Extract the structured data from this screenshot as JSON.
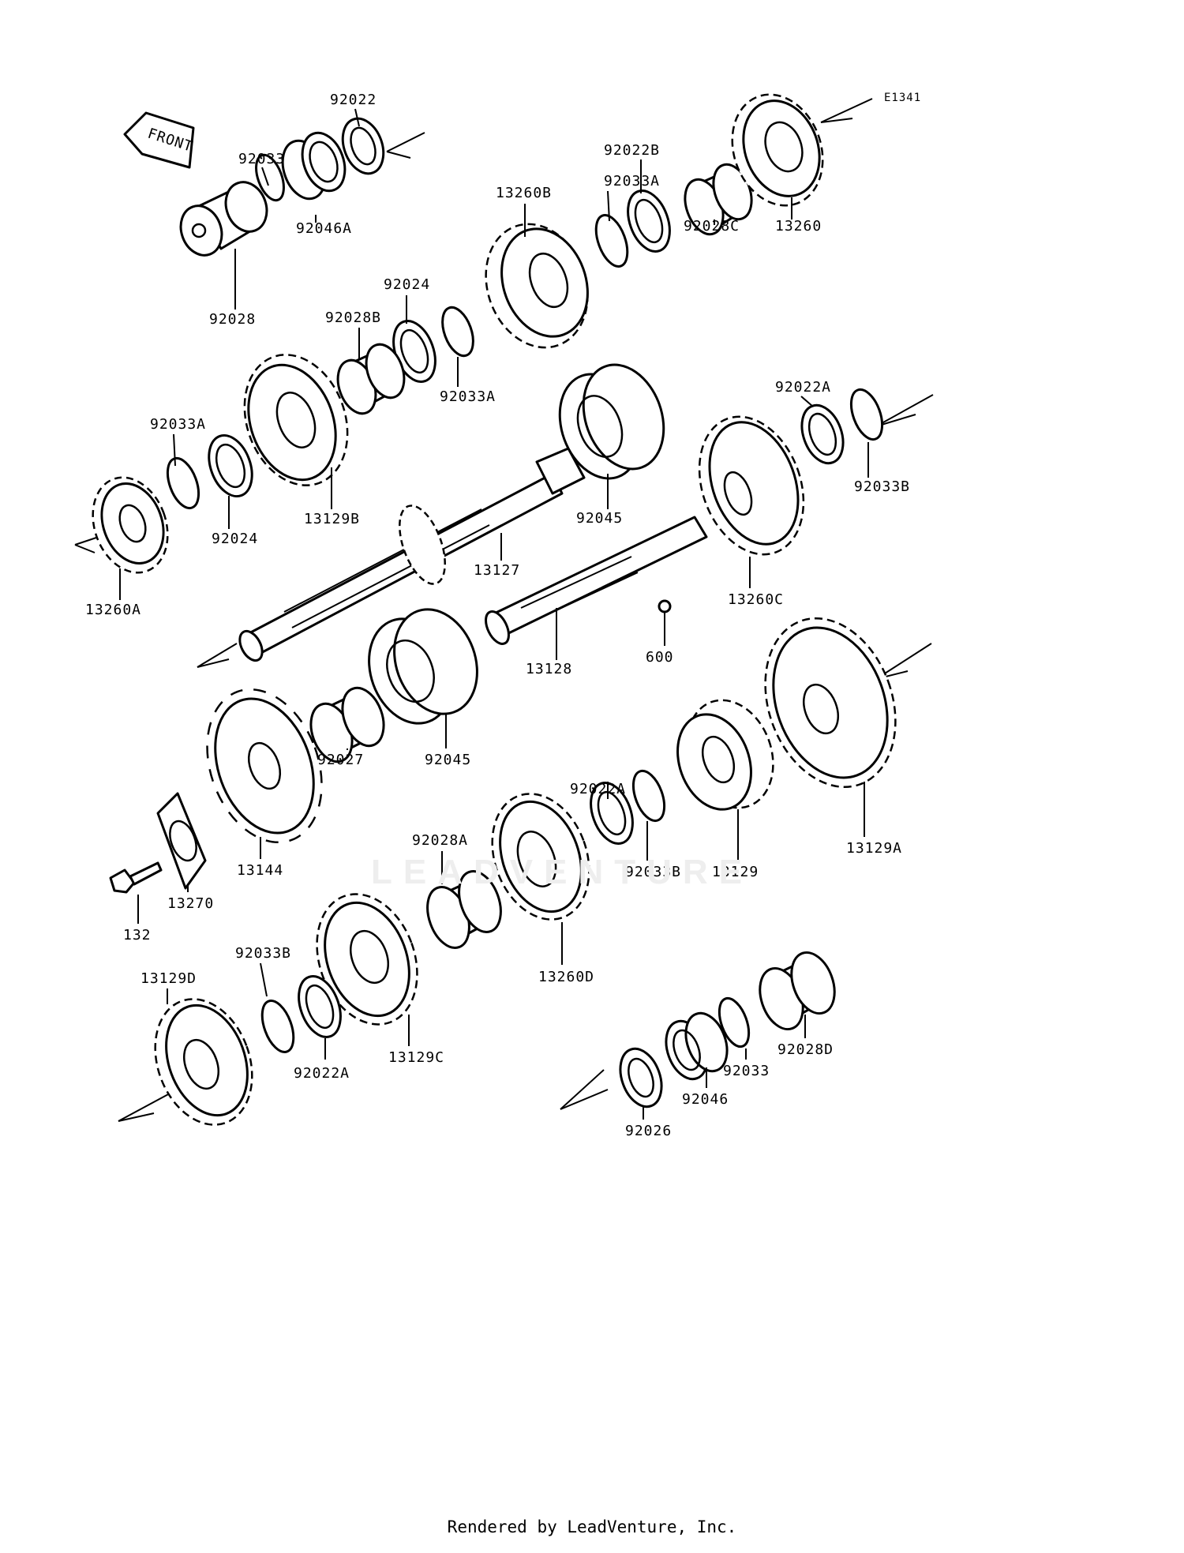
{
  "diagram": {
    "code": "E1341",
    "front_label": "FRONT",
    "watermark": "LEADVENTURE",
    "footer": "Rendered by LeadVenture, Inc.",
    "callouts": [
      "92022",
      "92033",
      "92046A",
      "92028",
      "13260B",
      "92033A",
      "92022B",
      "92028C",
      "13260",
      "92024",
      "92028B",
      "92033A",
      "92033A",
      "92024",
      "13129B",
      "13260A",
      "92045",
      "13127",
      "92022A",
      "92033B",
      "13260C",
      "13128",
      "600",
      "92045",
      "92027",
      "13144",
      "13270",
      "132",
      "92022A",
      "92033B",
      "13129",
      "13129A",
      "92028A",
      "13260D",
      "92033B",
      "13129D",
      "92022A",
      "13129C",
      "92028D",
      "92033",
      "92046",
      "92026"
    ]
  }
}
